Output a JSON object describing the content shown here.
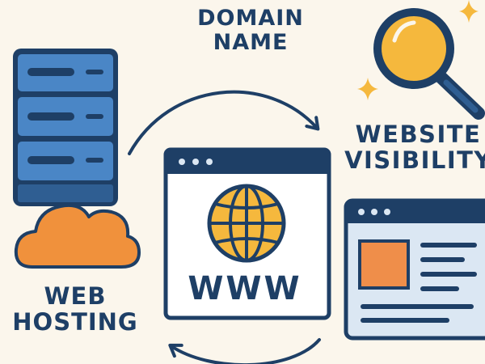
{
  "labels": {
    "domain_line1": "DOMAIN",
    "domain_line2": "NAME",
    "visibility_line1": "WEBSITE",
    "visibility_line2": "VISIBILITY",
    "hosting_line1": "WEB",
    "hosting_line2": "HOSTING",
    "www": "WWW"
  },
  "colors": {
    "background": "#fbf6ec",
    "navy": "#1e3f66",
    "server_blue": "#4a86c6",
    "cloud_orange": "#f0913c",
    "globe_yellow": "#f5b83d",
    "page_block_orange": "#ef8e4a",
    "panel_light_blue": "#dbe7f3"
  },
  "icons": [
    "server-rack-icon",
    "cloud-icon",
    "magnifying-glass-icon",
    "sparkle-icon",
    "browser-window-icon",
    "globe-icon",
    "webpage-layout-icon",
    "cycle-arrow-icon"
  ]
}
